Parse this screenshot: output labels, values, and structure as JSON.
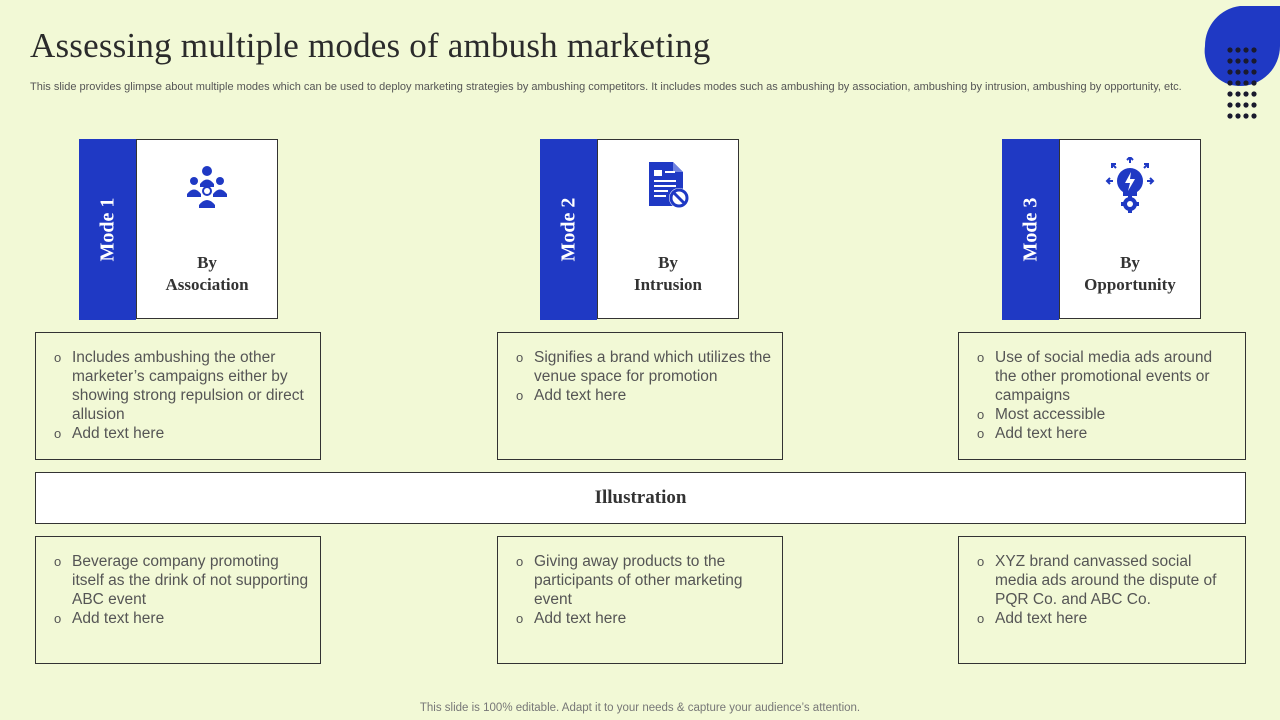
{
  "title": "Assessing multiple modes of ambush marketing",
  "subtitle": "This slide provides glimpse about multiple modes which can be used to deploy marketing strategies by ambushing competitors. It includes modes such as ambushing by association, ambushing by intrusion, ambushing by opportunity, etc.",
  "colors": {
    "background": "#f2f9d6",
    "accent": "#1f39c4"
  },
  "modes": [
    {
      "label": "Mode 1",
      "name": "By\nAssociation",
      "icon": "team-meeting-icon",
      "points": [
        "Includes ambushing the other marketer’s campaigns either by showing strong repulsion or direct allusion",
        "Add text here"
      ]
    },
    {
      "label": "Mode 2",
      "name": "By\nIntrusion",
      "icon": "blocked-document-icon",
      "points": [
        "Signifies a brand which utilizes the venue space for promotion",
        "Add text here"
      ]
    },
    {
      "label": "Mode 3",
      "name": "By\nOpportunity",
      "icon": "idea-bulb-gear-icon",
      "points": [
        "Use of social media ads around the other promotional events or campaigns",
        "Most accessible",
        "Add text here"
      ]
    }
  ],
  "illustration": {
    "heading": "Illustration",
    "items": [
      {
        "points": [
          "Beverage company promoting itself as the drink of not supporting ABC event",
          "Add text here"
        ]
      },
      {
        "points": [
          "Giving away products to the participants of other marketing event",
          "Add text here"
        ]
      },
      {
        "points": [
          "XYZ brand canvassed social media ads around the dispute of PQR Co. and ABC Co.",
          "Add text here"
        ]
      }
    ]
  },
  "footer": "This slide is 100% editable. Adapt it to your needs & capture your audience’s attention."
}
